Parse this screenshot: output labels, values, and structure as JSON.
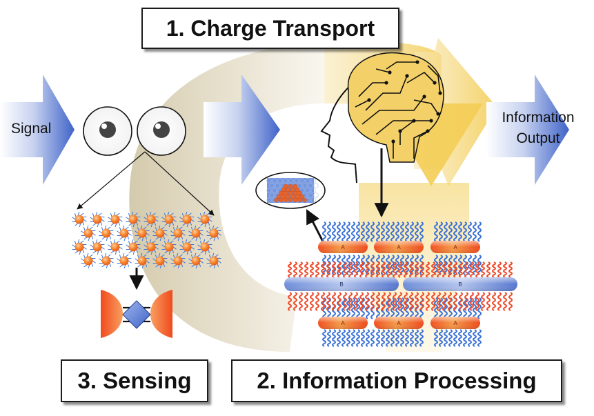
{
  "titles": {
    "charge_transport": "1. Charge Transport",
    "information_processing": "2. Information Processing",
    "sensing": "3. Sensing"
  },
  "labels": {
    "signal": "Signal",
    "output_line1": "Information",
    "output_line2": "Output",
    "molecule_a": "A",
    "molecule_b": "B"
  },
  "colors": {
    "cycle_arrow": "#ddd4bc",
    "brain_arrow": "#f6d36a",
    "blue_arrow": "#3f63c8",
    "orange": "#f2581e",
    "blue_molecule": "#7f9be0",
    "side_chain_blue": "#3a72d8",
    "side_chain_red": "#ef4a2a",
    "diamond": "#5b82d8"
  }
}
